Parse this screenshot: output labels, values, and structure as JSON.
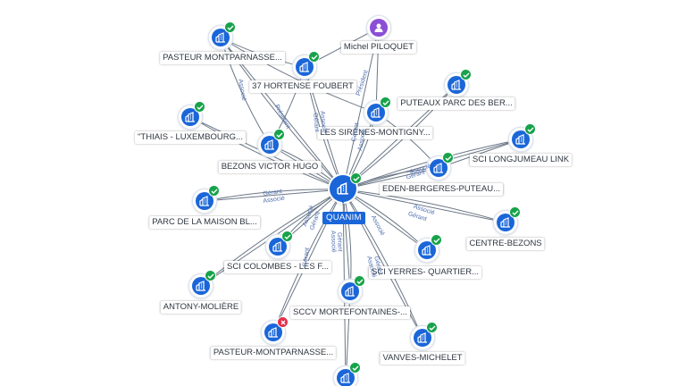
{
  "center": {
    "label": "QUANIM",
    "status": "active"
  },
  "nodes": [
    {
      "label": "PASTEUR MONTPARNASSE...",
      "type": "company",
      "status": "active"
    },
    {
      "label": "Michel PILOQUET",
      "type": "person"
    },
    {
      "label": "37 HORTENSE FOUBERT",
      "type": "company",
      "status": "active"
    },
    {
      "label": "PUTEAUX PARC DES BER...",
      "type": "company",
      "status": "active"
    },
    {
      "label": "\"THIAIS - LUXEMBOURG...",
      "type": "company",
      "status": "active"
    },
    {
      "label": "LES SIRÈNES-MONTIGNY...",
      "type": "company",
      "status": "active"
    },
    {
      "label": "SCI LONGJUMEAU LINK",
      "type": "company",
      "status": "active"
    },
    {
      "label": "BEZONS VICTOR HUGO",
      "type": "company",
      "status": "active"
    },
    {
      "label": "EDEN-BERGERES-PUTEAU...",
      "type": "company",
      "status": "active"
    },
    {
      "label": "PARC DE LA MAISON BL...",
      "type": "company",
      "status": "active"
    },
    {
      "label": "CENTRE-BEZONS",
      "type": "company",
      "status": "active"
    },
    {
      "label": "SCI COLOMBES - LES F...",
      "type": "company",
      "status": "active"
    },
    {
      "label": "SCI YERRES- QUARTIER...",
      "type": "company",
      "status": "active"
    },
    {
      "label": "ANTONY-MOLIÈRE",
      "type": "company",
      "status": "active"
    },
    {
      "label": "SCCV MORTEFONTAINES-...",
      "type": "company",
      "status": "active"
    },
    {
      "label": "PASTEUR-MONTPARNASSE...",
      "type": "company",
      "status": "inactive"
    },
    {
      "label": "VANVES-MICHELET",
      "type": "company",
      "status": "active"
    },
    {
      "label": "",
      "type": "company",
      "status": "active"
    }
  ],
  "relations": [
    "Associé",
    "Président",
    "Gérant",
    "Associé",
    "Président",
    "Gérant",
    "Associé",
    "Gérant",
    "Associé",
    "Gérant",
    "Associé",
    "Gérant",
    "Associé",
    "Gérant",
    "Associé",
    "Gérant",
    "Associé",
    "Gérant",
    "Associé",
    "Gérant",
    "Associé"
  ]
}
